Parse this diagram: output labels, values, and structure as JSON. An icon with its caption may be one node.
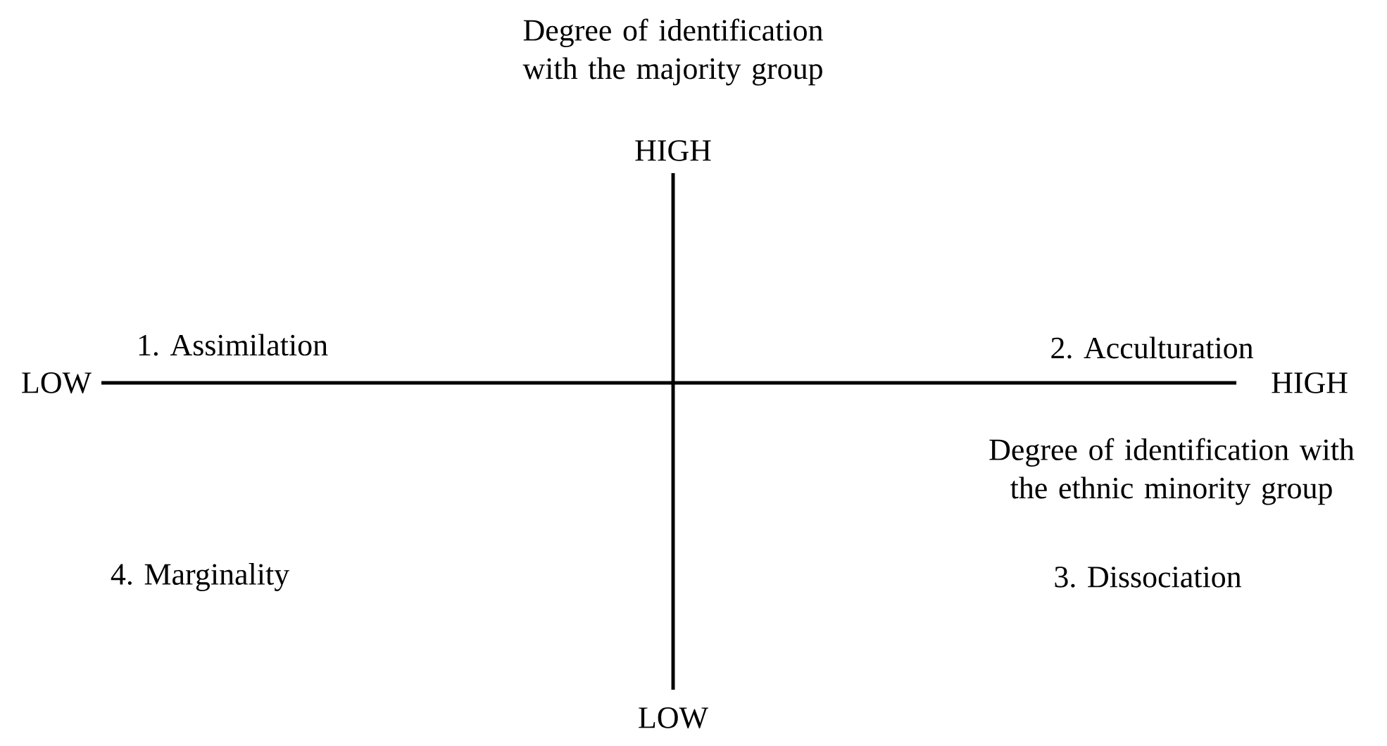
{
  "diagram": {
    "labels": [
      "Degree of identification with the majority group",
      "HIGH",
      "1. Assimilation",
      "2. Acculturation",
      "LOW",
      "HIGH",
      "Degree of identification with the ethnic minority group",
      "4. Marginality",
      "3. Dissociation",
      "LOW"
    ]
  }
}
